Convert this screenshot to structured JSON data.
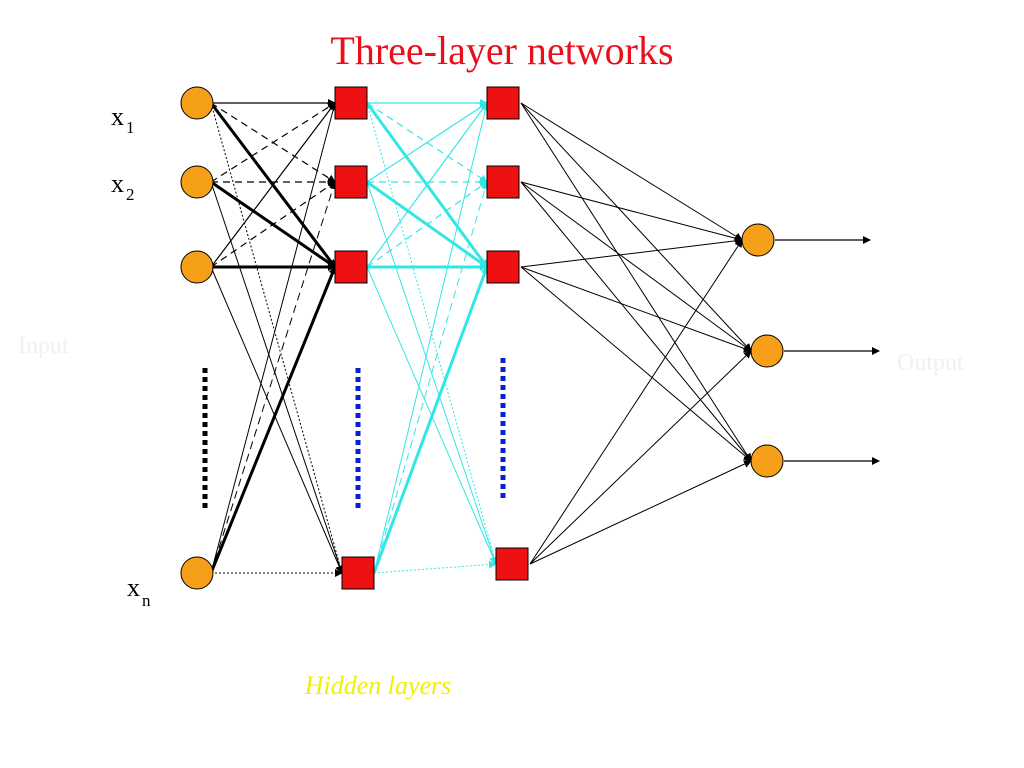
{
  "title": "Three-layer networks",
  "inputs": [
    {
      "base": "x",
      "sub": "1"
    },
    {
      "base": "x",
      "sub": "2"
    },
    {
      "base": "x",
      "sub": "n"
    }
  ],
  "input_caption": "Input",
  "output_caption": "Output",
  "hidden_caption": "Hidden layers",
  "colors": {
    "title": "#e8101a",
    "input_node": "#f5a018",
    "hidden_node": "#ee1111",
    "hidden_edges": "#33e6e6",
    "ellipsis_hidden": "#0a1fd0",
    "caption": "#f2f000"
  }
}
